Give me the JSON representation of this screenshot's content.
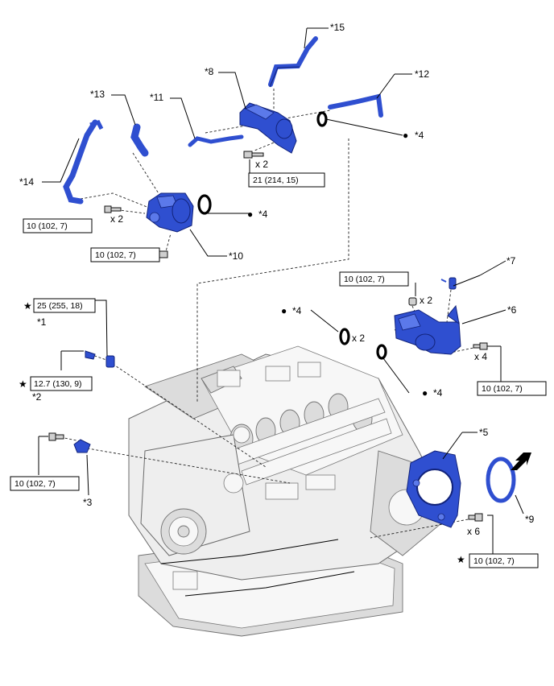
{
  "callouts": {
    "c1": "*1",
    "c2": "*2",
    "c3": "*3",
    "c4a": "*4",
    "c4b": "*4",
    "c4c": "*4",
    "c4d": "*4",
    "c5": "*5",
    "c6": "*6",
    "c7": "*7",
    "c8": "*8",
    "c9": "*9",
    "c10": "*10",
    "c11": "*11",
    "c12": "*12",
    "c13": "*13",
    "c14": "*14",
    "c15": "*15"
  },
  "torques": {
    "t_8_bolt": "21 (214, 15)",
    "t_10_upper": "10 (102, 7)",
    "t_10_lower": "10 (102, 7)",
    "t_6_upper": "10 (102, 7)",
    "t_6_right": "10 (102, 7)",
    "t_1": "25 (255, 18)",
    "t_2": "12.7 (130, 9)",
    "t_3": "10 (102, 7)",
    "t_5": "10 (102, 7)"
  },
  "quantities": {
    "q_8": "x 2",
    "q_10": "x 2",
    "q_6_upper": "x 2",
    "q_4_ring": "x 2",
    "q_6_right": "x 4",
    "q_5": "x 6"
  },
  "symbols": {
    "star": "★",
    "dot": "●",
    "arrow": "front-direction-arrow-icon"
  },
  "colors": {
    "part_blue": "#2f4fd0",
    "engine_gray": "#eeeeee"
  }
}
